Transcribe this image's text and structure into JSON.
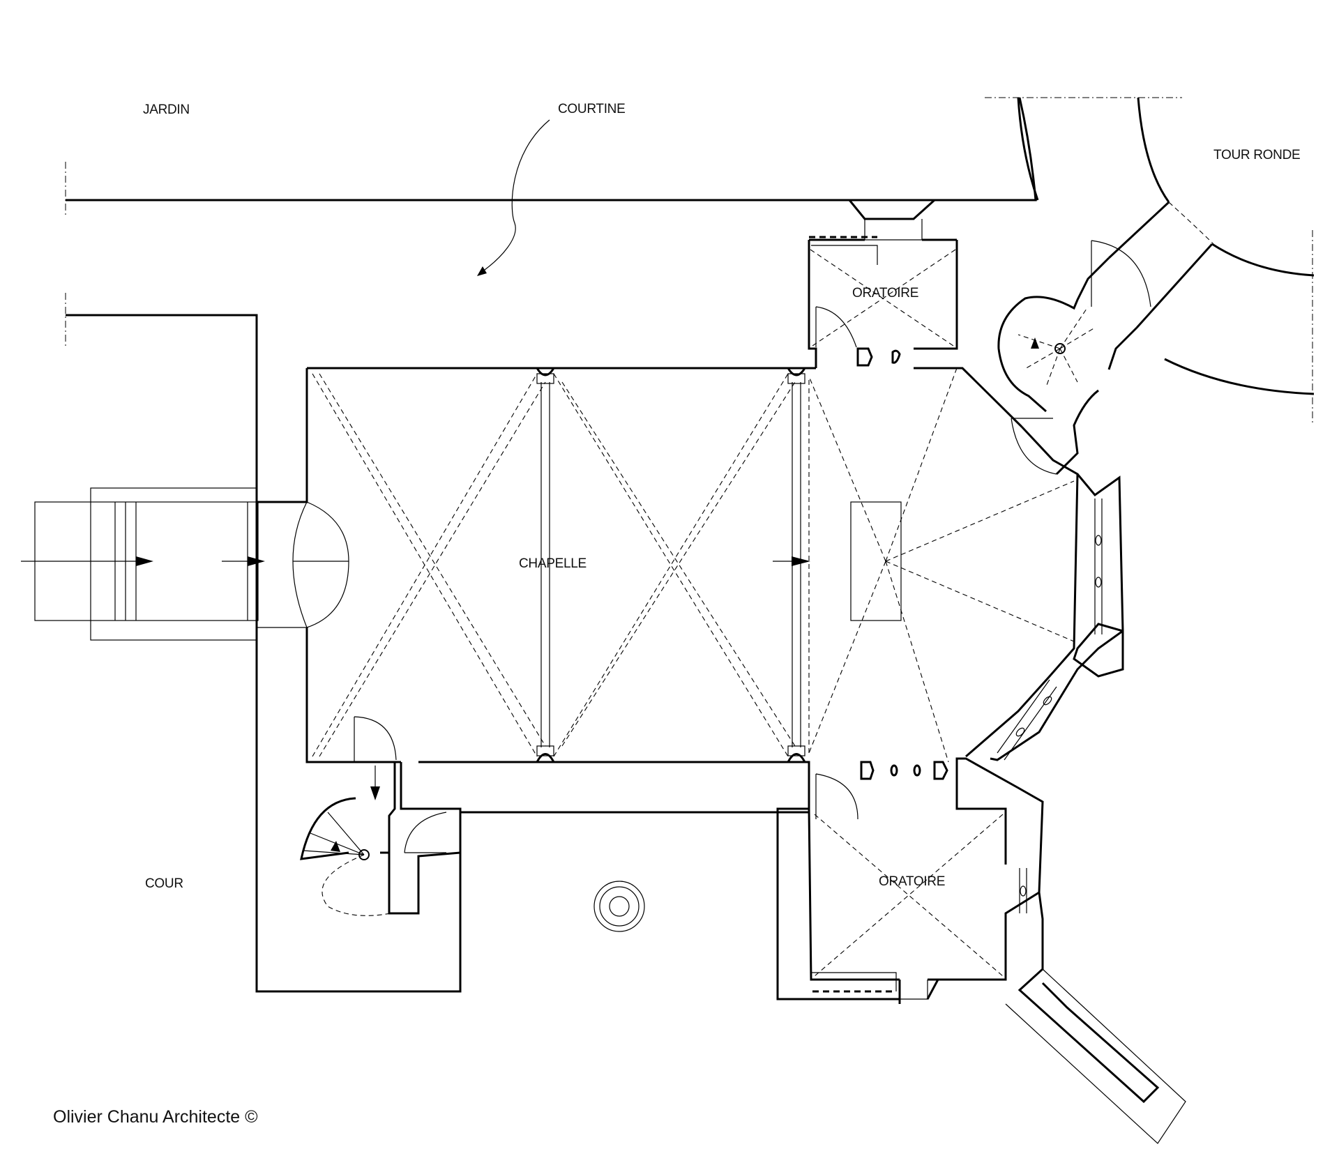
{
  "labels": {
    "jardin": "JARDIN",
    "courtine": "COURTINE",
    "tour_ronde": "TOUR RONDE",
    "oratoire_north": "ORATOIRE",
    "chapelle": "CHAPELLE",
    "cour": "COUR",
    "oratoire_south": "ORATOIRE"
  },
  "credit": "Olivier Chanu Architecte ©"
}
